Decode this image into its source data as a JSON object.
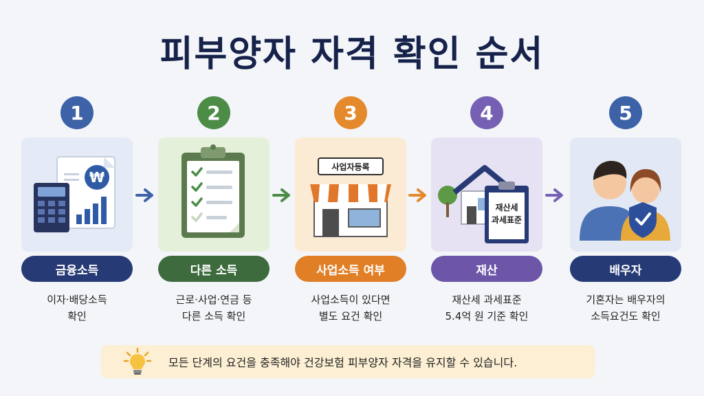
{
  "title": "피부양자 자격 확인 순서",
  "steps": [
    {
      "number": "1",
      "label": "금융소득",
      "desc_line1": "이자·배당소득",
      "desc_line2": "확인",
      "color": "#263a76",
      "icon": "calculator-document-icon"
    },
    {
      "number": "2",
      "label": "다른 소득",
      "desc_line1": "근로·사업·연금 등",
      "desc_line2": "다른 소득 확인",
      "color": "#3d6b3d",
      "icon": "checklist-clipboard-icon"
    },
    {
      "number": "3",
      "label": "사업소득 여부",
      "desc_line1": "사업소득이 있다면",
      "desc_line2": "별도 요건 확인",
      "color": "#e07f25",
      "icon": "storefront-icon",
      "sign": "사업자등록"
    },
    {
      "number": "4",
      "label": "재산",
      "desc_line1": "재산세 과세표준",
      "desc_line2": "5.4억 원 기준 확인",
      "color": "#6d55a8",
      "icon": "house-tax-icon",
      "clip_line1": "재산세",
      "clip_line2": "과세표준"
    },
    {
      "number": "5",
      "label": "배우자",
      "desc_line1": "기혼자는 배우자의",
      "desc_line2": "소득요건도 확인",
      "color": "#263a76",
      "icon": "couple-shield-icon"
    }
  ],
  "note": "모든 단계의 요건을 충족해야 건강보험 피부양자 자격을 유지할 수 있습니다.",
  "colors": {
    "number1": "#3d62a8",
    "number2": "#4c8c47",
    "number3": "#e58a2c",
    "number4": "#7560b3",
    "number5": "#3d62a8"
  }
}
